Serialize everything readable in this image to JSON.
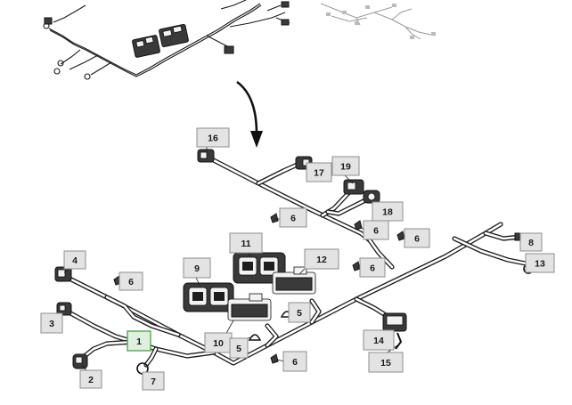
{
  "title": "",
  "callouts": [
    {
      "id": "c16",
      "label": "16"
    },
    {
      "id": "c17",
      "label": "17"
    },
    {
      "id": "c19",
      "label": "19"
    },
    {
      "id": "c18",
      "label": "18"
    },
    {
      "id": "c6a",
      "label": "6"
    },
    {
      "id": "c6b",
      "label": "6"
    },
    {
      "id": "c6c",
      "label": "6"
    },
    {
      "id": "c11",
      "label": "11"
    },
    {
      "id": "c8",
      "label": "8"
    },
    {
      "id": "c4",
      "label": "4"
    },
    {
      "id": "c9",
      "label": "9"
    },
    {
      "id": "c12",
      "label": "12"
    },
    {
      "id": "c6d",
      "label": "6"
    },
    {
      "id": "c13",
      "label": "13"
    },
    {
      "id": "c6e",
      "label": "6"
    },
    {
      "id": "c3",
      "label": "3"
    },
    {
      "id": "c5a",
      "label": "5"
    },
    {
      "id": "c1",
      "label": "1"
    },
    {
      "id": "c10",
      "label": "10"
    },
    {
      "id": "c5b",
      "label": "5"
    },
    {
      "id": "c14",
      "label": "14"
    },
    {
      "id": "c15",
      "label": "15"
    },
    {
      "id": "c6f",
      "label": "6"
    },
    {
      "id": "c2",
      "label": "2"
    },
    {
      "id": "c7",
      "label": "7"
    }
  ],
  "highlight_color": "#4aa04a",
  "icons": [
    "overview-harness-thumbnail",
    "detail-harness-thumbnail",
    "zoom-arrow-icon"
  ]
}
